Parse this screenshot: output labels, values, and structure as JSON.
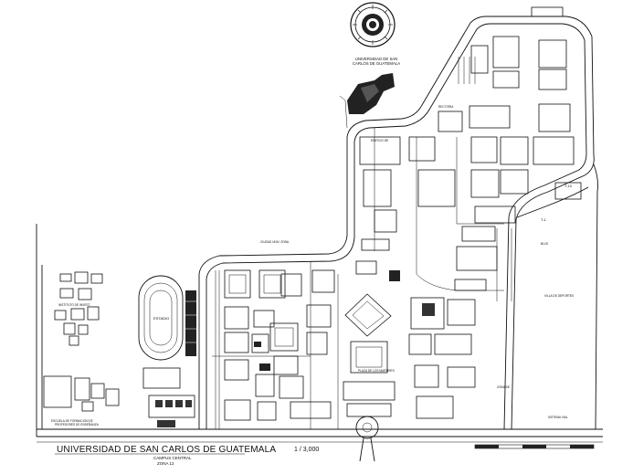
{
  "map": {
    "title": "UNIVERSIDAD DE SAN CARLOS DE GUATEMALA",
    "subtitle_line1": "CAMPUS CENTRAL",
    "subtitle_line2": "ZONA 12",
    "scale": "1 / 3,000",
    "logo_caption_line1": "UNIVERSIDAD DE SAN",
    "logo_caption_line2": "CARLOS DE GUATEMALA"
  }
}
